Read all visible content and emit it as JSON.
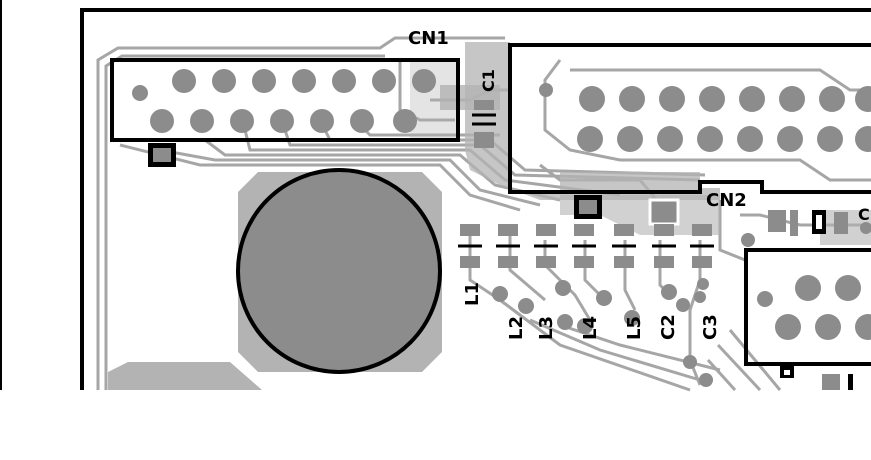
{
  "labels": {
    "cn1": "CN1",
    "cn2": "CN2",
    "c1": "C1",
    "c2": "C2",
    "c3": "C3",
    "l1": "L1",
    "l2": "L2",
    "l3": "L3",
    "l4": "L4",
    "l5": "L5"
  },
  "colors": {
    "background": "#ffffff",
    "trace": "#a6a6a6",
    "pad": "#8c8c8c",
    "outline": "#000000",
    "copper_pour": "#b3b3b3"
  }
}
